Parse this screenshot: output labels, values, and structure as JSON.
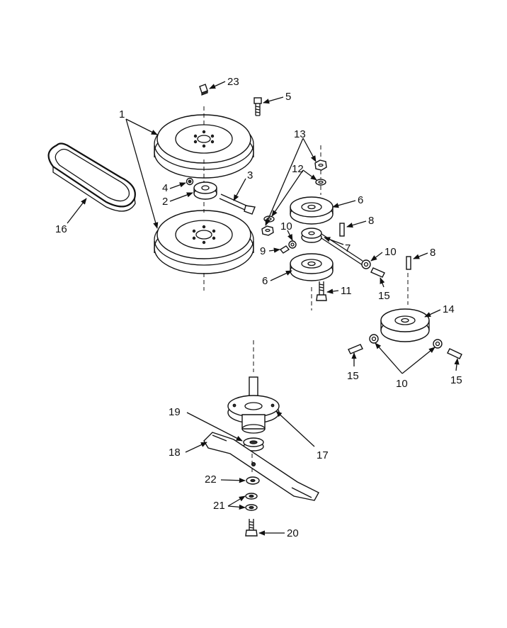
{
  "callouts": {
    "c1": "1",
    "c2": "2",
    "c3": "3",
    "c4": "4",
    "c5": "5",
    "c6a": "6",
    "c6b": "6",
    "c7": "7",
    "c8a": "8",
    "c8b": "8",
    "c9": "9",
    "c10a": "10",
    "c10b": "10",
    "c10c": "10",
    "c11": "11",
    "c12": "12",
    "c13": "13",
    "c14": "14",
    "c15a": "15",
    "c15b": "15",
    "c15c": "15",
    "c16": "16",
    "c17": "17",
    "c18": "18",
    "c19": "19",
    "c20": "20",
    "c21": "21",
    "c22": "22",
    "c23": "23"
  }
}
